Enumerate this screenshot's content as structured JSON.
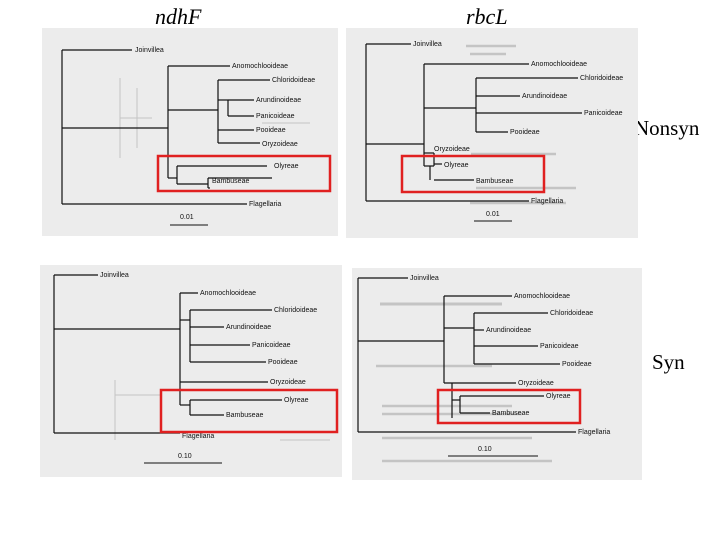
{
  "columns": {
    "left": "ndhF",
    "right": "rbcL"
  },
  "rows": {
    "top": "Nonsyn",
    "bottom": "Syn"
  },
  "taxa": {
    "joinvillea": "Joinvillea",
    "anomochlooideae": "Anomochlooideae",
    "chloridoideae": "Chloridoideae",
    "arundinoideae": "Arundinoideae",
    "panicoideae": "Panicoideae",
    "pooideae": "Pooideae",
    "oryzoideae": "Oryzoideae",
    "olyreae": "Olyreae",
    "bambuseae": "Bambuseae",
    "flagellaria": "Flagellaria"
  },
  "scales": {
    "ndhf_nonsyn": "0.01",
    "rbcl_nonsyn": "0.01",
    "ndhf_syn": "0.10",
    "rbcl_syn": "0.10"
  },
  "colors": {
    "highlight": "#e02020",
    "panel": "#ececec"
  }
}
